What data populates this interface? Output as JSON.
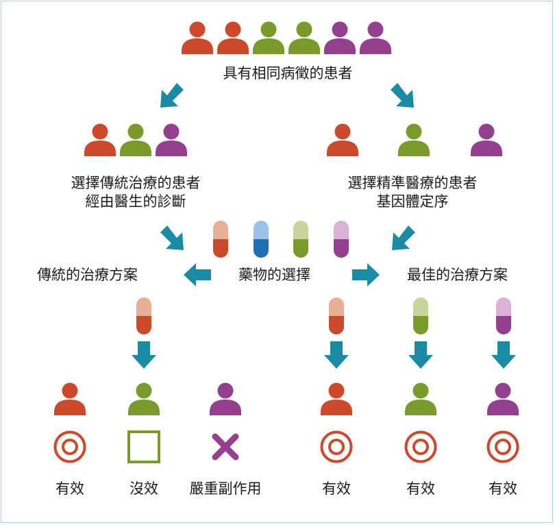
{
  "colors": {
    "red": "#cc4a2b",
    "green": "#7a9a2c",
    "purple": "#94408f",
    "blue": "#1f6fb5",
    "arrow": "#1b8aa5",
    "red_light": "#e9ae98",
    "green_light": "#c7d59c",
    "purple_light": "#d9b2d6",
    "blue_light": "#9cc1e6"
  },
  "labels": {
    "patients_same_symptoms": "具有相同病徵的患者",
    "traditional_patients_line1": "選擇傳統治療的患者",
    "traditional_patients_line2": "經由醫生的診斷",
    "precision_patients_line1": "選擇精準醫療的患者",
    "precision_patients_line2": "基因體定序",
    "traditional_plan": "傳統的治療方案",
    "drug_selection": "藥物的選擇",
    "optimal_plan": "最佳的治療方案"
  },
  "outcomes": [
    {
      "label": "有效",
      "mark": "target-icon",
      "color": "red"
    },
    {
      "label": "沒效",
      "mark": "square-icon",
      "color": "green"
    },
    {
      "label": "嚴重副作用",
      "mark": "cross-icon",
      "color": "purple"
    },
    {
      "label": "有效",
      "mark": "target-icon",
      "color": "red"
    },
    {
      "label": "有效",
      "mark": "target-icon",
      "color": "green"
    },
    {
      "label": "有效",
      "mark": "target-icon",
      "color": "purple"
    }
  ]
}
